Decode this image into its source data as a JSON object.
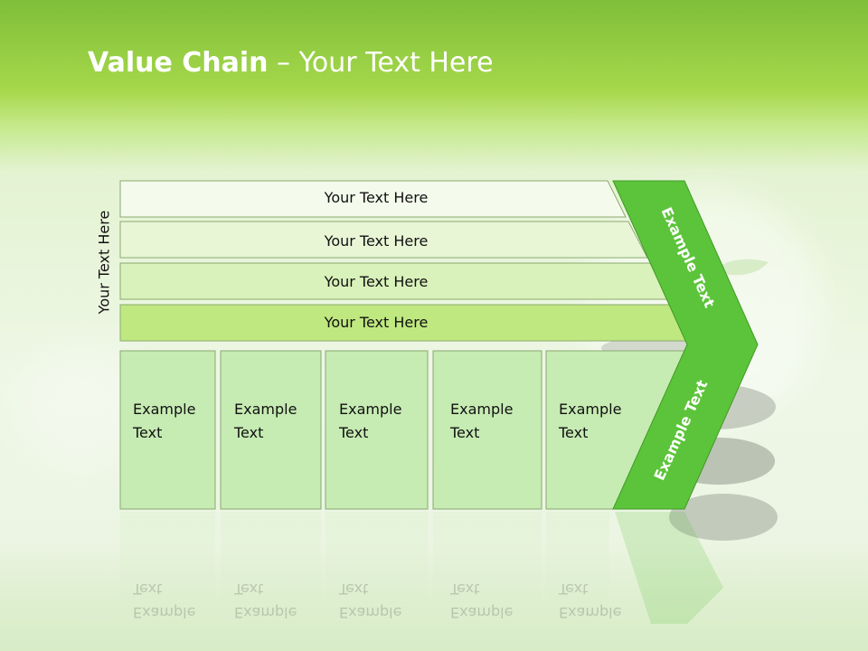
{
  "title": {
    "bold": "Value Chain",
    "rest": " – Your Text Here"
  },
  "side_label": "Your Text Here",
  "bars": [
    "Your Text Here",
    "Your Text Here",
    "Your Text Here",
    "Your Text Here"
  ],
  "columns": [
    [
      "Example",
      "Text"
    ],
    [
      "Example",
      "Text"
    ],
    [
      "Example",
      "Text"
    ],
    [
      "Example",
      "Text"
    ],
    [
      "Example",
      "Text"
    ]
  ],
  "arrow_labels": {
    "top": "Example Text",
    "bottom": "Example Text"
  },
  "colors": {
    "arrow": "#5cc43a",
    "bar_tints": [
      "#f4fbec",
      "#e8f6d6",
      "#d9f1ba",
      "#c0e880"
    ],
    "column_fill": "#c6ebb3",
    "outline": "#8aaa70"
  }
}
